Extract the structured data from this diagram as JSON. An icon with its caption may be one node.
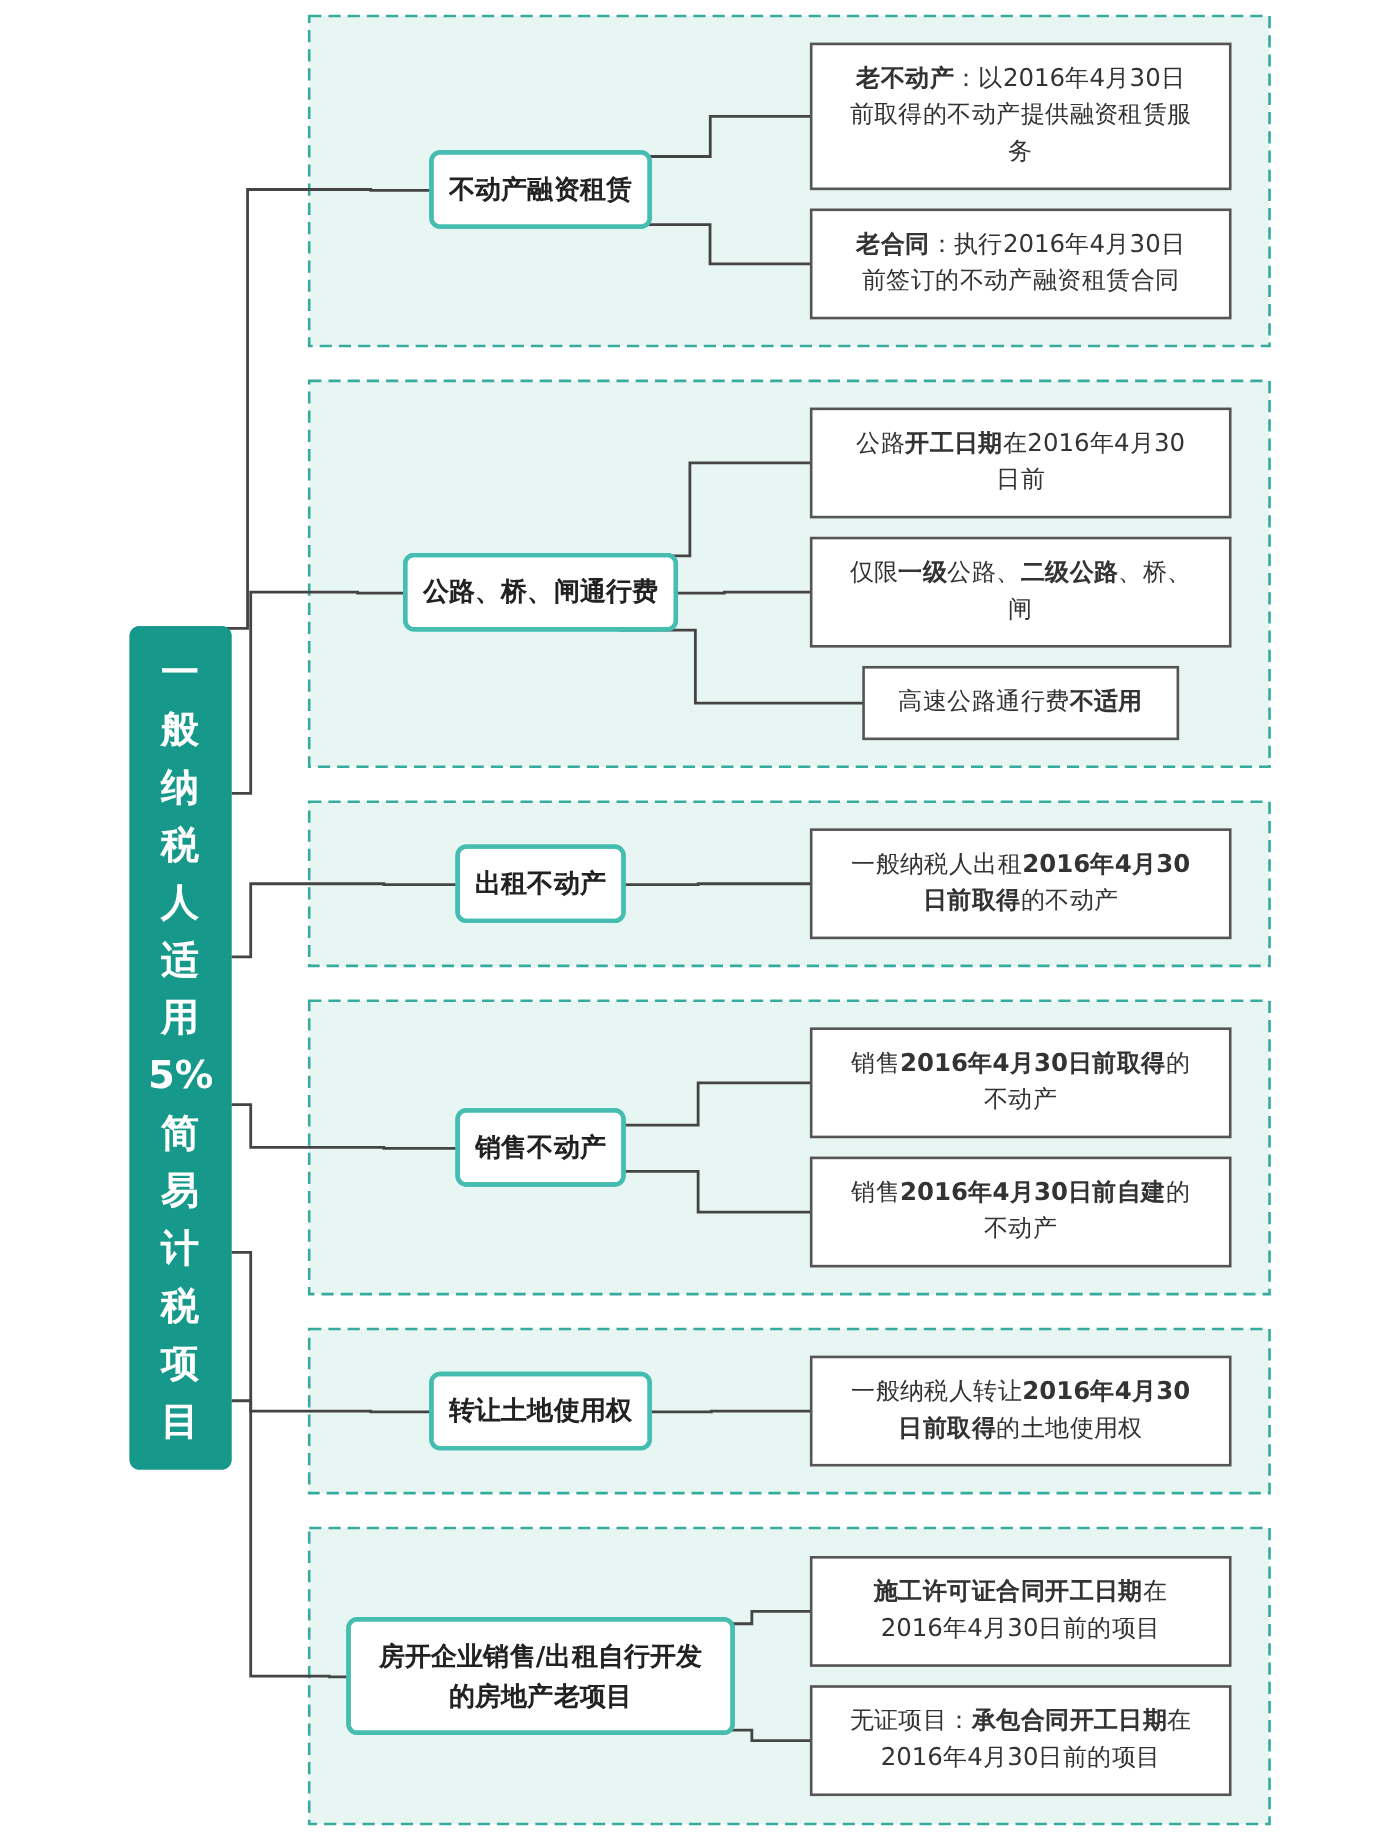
{
  "diagram": {
    "nodes": [
      {
        "text": [
          "一般纳税人适用5%简易计税项目"
        ]
      },
      {
        "text": [],
        "shape": "box"
      },
      {
        "text": [
          "不动产融资租赁"
        ],
        "in": 1
      },
      {
        "text": [
          "**老不动产**：以2016年4月30日前取得的不动产提供融资租赁服务"
        ],
        "in": 1
      },
      {
        "text": [
          "**老合同**：执行2016年4月30日前签订的不动产融资租赁合同"
        ],
        "in": 1
      },
      {
        "text": [],
        "shape": "box"
      },
      {
        "text": [
          "公路、桥、闸通行费"
        ],
        "in": 5
      },
      {
        "text": [
          "公路**开工日期**在2016年4月30日前"
        ],
        "in": 5
      },
      {
        "text": [
          "仅限**一级**公路、**二级公路**、桥、闸"
        ],
        "in": 5
      },
      {
        "text": [
          "高速公路通行费**不适用**"
        ],
        "in": 5
      },
      {
        "text": [],
        "shape": "box"
      },
      {
        "text": [
          "出租不动产"
        ],
        "in": 10
      },
      {
        "text": [
          "一般纳税人出租**2016年4月30日前取得**的不动产"
        ],
        "in": 10
      },
      {
        "text": [],
        "shape": "box"
      },
      {
        "text": [
          "销售不动产"
        ],
        "in": 13
      },
      {
        "text": [
          "销售**2016年4月30日前取得**的不动产"
        ],
        "in": 13
      },
      {
        "text": [
          "销售**2016年4月30日前自建**的不动产"
        ],
        "in": 13
      },
      {
        "text": [],
        "shape": "box"
      },
      {
        "text": [
          "转让土地使用权"
        ],
        "in": 17
      },
      {
        "text": [
          "一般纳税人转让**2016年4月30日前取得**的土地使用权"
        ],
        "in": 17
      },
      {
        "text": [],
        "shape": "box"
      },
      {
        "text": [
          "房开企业销售/出租自行开发的房地产老项目"
        ],
        "in": 20
      },
      {
        "text": [
          "**施工许可证合同开工日期**在2016年4月30日前的项目"
        ],
        "in": 20
      },
      {
        "text": [
          "无证项目：**承包合同开工日期**在2016年4月30日前的项目"
        ],
        "in": 20
      }
    ],
    "edges": [
      {
        "from": 0,
        "to": 2,
        "arrow": "none"
      },
      {
        "from": 2,
        "to": 3,
        "arrow": "none"
      },
      {
        "from": 2,
        "to": 4,
        "arrow": "none"
      },
      {
        "from": 0,
        "to": 6,
        "arrow": "none"
      },
      {
        "from": 6,
        "to": 7,
        "arrow": "none"
      },
      {
        "from": 6,
        "to": 8,
        "arrow": "none"
      },
      {
        "from": 6,
        "to": 9,
        "arrow": "none"
      },
      {
        "from": 0,
        "to": 11,
        "arrow": "none"
      },
      {
        "from": 11,
        "to": 12,
        "arrow": "none"
      },
      {
        "from": 0,
        "to": 14,
        "arrow": "none"
      },
      {
        "from": 14,
        "to": 15,
        "arrow": "none"
      },
      {
        "from": 14,
        "to": 16,
        "arrow": "none"
      },
      {
        "from": 0,
        "to": 18,
        "arrow": "none"
      },
      {
        "from": 18,
        "to": 19,
        "arrow": "none"
      },
      {
        "from": 0,
        "to": 21,
        "arrow": "none"
      },
      {
        "from": 21,
        "to": 22,
        "arrow": "none"
      },
      {
        "from": 21,
        "to": 23,
        "arrow": "none"
      }
    ]
  }
}
